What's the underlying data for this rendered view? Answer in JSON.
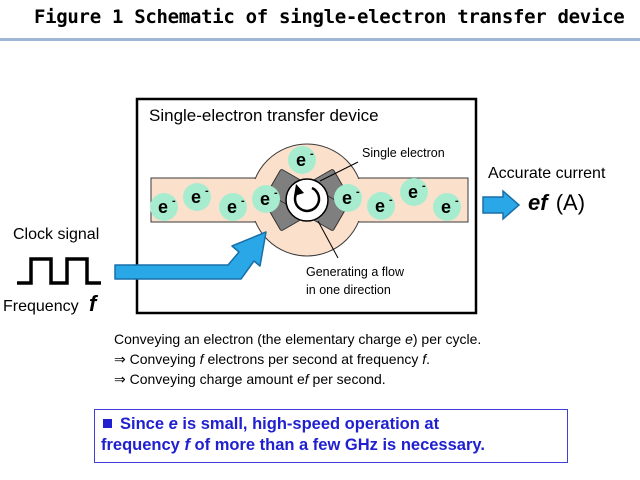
{
  "figure": {
    "title": "Figure 1  Schematic of single-electron transfer device"
  },
  "device": {
    "label": "Single-electron transfer device",
    "electron_symbol": "e",
    "electron_charge": "-",
    "single_electron_label": "Single electron",
    "flow_label_line1": "Generating a flow",
    "flow_label_line2": "in one direction",
    "colors": {
      "channel": "#fbe0cc",
      "electron": "#a8ecd0",
      "rotor": "#7f7f7f",
      "arrow": "#29a7e6"
    }
  },
  "input": {
    "clock_label": "Clock signal",
    "frequency_label": "Frequency",
    "frequency_symbol": "f"
  },
  "output": {
    "label": "Accurate current",
    "symbol": "ef",
    "unit": "(A)"
  },
  "caption": {
    "line1_pre": "Conveying an electron (the elementary charge ",
    "line1_var": "e",
    "line1_post": ") per cycle.",
    "line2_pre": "⇒ Conveying ",
    "line2_var1": "f",
    "line2_mid": " electrons per second at frequency ",
    "line2_var2": "f",
    "line2_post": ".",
    "line3_pre": "⇒ Conveying charge amount ",
    "line3_var1": "e",
    "line3_var2": "f",
    "line3_post": " per second."
  },
  "note": {
    "part1": "Since ",
    "var1": "e",
    "part2": " is small, high-speed operation at",
    "part3": "frequency ",
    "var2": "f",
    "part4": " of more than a few GHz is necessary."
  }
}
